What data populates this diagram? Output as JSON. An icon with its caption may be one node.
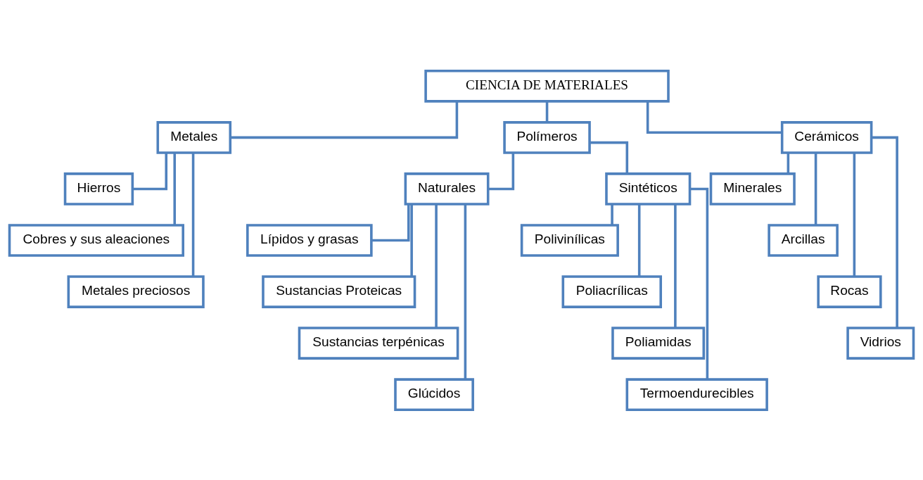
{
  "diagram": {
    "nodes": [
      {
        "text": [
          "CIENCIA DE MATERIALES"
        ]
      },
      {
        "text": [
          "Metales"
        ]
      },
      {
        "text": [
          "Polímeros"
        ]
      },
      {
        "text": [
          "Cerámicos"
        ]
      },
      {
        "text": [
          "Hierros"
        ]
      },
      {
        "text": [
          "Cobres y sus aleaciones"
        ]
      },
      {
        "text": [
          "Metales preciosos"
        ]
      },
      {
        "text": [
          "Naturales"
        ]
      },
      {
        "text": [
          "Sintéticos"
        ]
      },
      {
        "text": [
          "Lípidos y grasas"
        ]
      },
      {
        "text": [
          "Sustancias Proteicas"
        ]
      },
      {
        "text": [
          "Sustancias terpénicas"
        ]
      },
      {
        "text": [
          "Glúcidos"
        ]
      },
      {
        "text": [
          "Polivinílicas"
        ]
      },
      {
        "text": [
          "Poliacrílicas"
        ]
      },
      {
        "text": [
          "Poliamidas"
        ]
      },
      {
        "text": [
          "Termoendurecibles"
        ]
      },
      {
        "text": [
          "Minerales"
        ]
      },
      {
        "text": [
          "Arcillas"
        ]
      },
      {
        "text": [
          "Rocas"
        ]
      },
      {
        "text": [
          "Vidrios"
        ]
      }
    ],
    "edges": [
      {
        "from": 0,
        "to": 1,
        "arrow": "none"
      },
      {
        "from": 0,
        "to": 2,
        "arrow": "none"
      },
      {
        "from": 0,
        "to": 3,
        "arrow": "none"
      },
      {
        "from": 1,
        "to": 4,
        "arrow": "none"
      },
      {
        "from": 1,
        "to": 5,
        "arrow": "none"
      },
      {
        "from": 1,
        "to": 6,
        "arrow": "none"
      },
      {
        "from": 2,
        "to": 7,
        "arrow": "none"
      },
      {
        "from": 2,
        "to": 8,
        "arrow": "none"
      },
      {
        "from": 7,
        "to": 9,
        "arrow": "none"
      },
      {
        "from": 7,
        "to": 10,
        "arrow": "none"
      },
      {
        "from": 7,
        "to": 11,
        "arrow": "none"
      },
      {
        "from": 7,
        "to": 12,
        "arrow": "none"
      },
      {
        "from": 8,
        "to": 13,
        "arrow": "none"
      },
      {
        "from": 8,
        "to": 14,
        "arrow": "none"
      },
      {
        "from": 8,
        "to": 15,
        "arrow": "none"
      },
      {
        "from": 8,
        "to": 16,
        "arrow": "none"
      },
      {
        "from": 3,
        "to": 17,
        "arrow": "none"
      },
      {
        "from": 3,
        "to": 18,
        "arrow": "none"
      },
      {
        "from": 3,
        "to": 19,
        "arrow": "none"
      },
      {
        "from": 3,
        "to": 20,
        "arrow": "none"
      }
    ]
  }
}
